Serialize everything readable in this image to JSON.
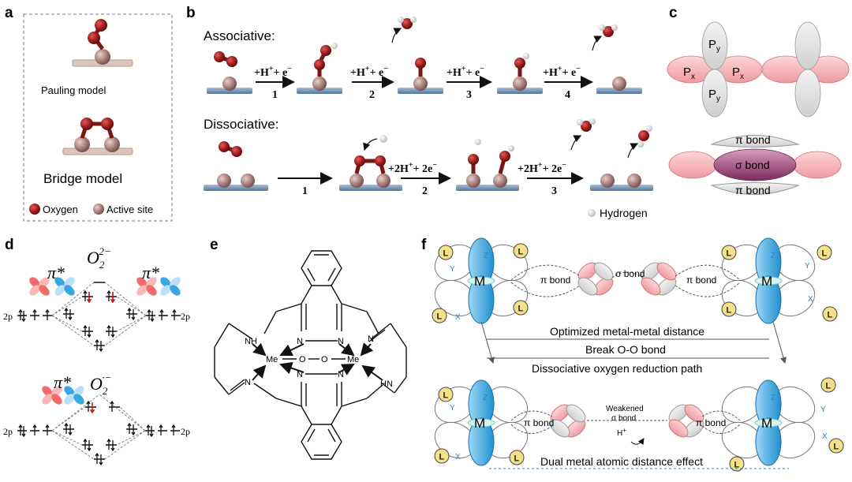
{
  "panels": {
    "a": {
      "letter": "a",
      "pauling": "Pauling model",
      "bridge": "Bridge model",
      "legend_oxygen": "Oxygen",
      "legend_active": "Active site"
    },
    "b": {
      "letter": "b",
      "associative": "Associative:",
      "dissociative": "Dissociative:",
      "step_h": "+H",
      "step_e": "+ e",
      "step_2h": "+2H",
      "step_2e": "+ 2e",
      "plus_sup": "+",
      "minus_sup": "−",
      "steps_assoc": [
        "1",
        "2",
        "3",
        "4"
      ],
      "steps_dissoc": [
        "1",
        "2",
        "3"
      ],
      "hydrogen": "Hydrogen"
    },
    "c": {
      "letter": "c",
      "px": "P",
      "px_sub": "x",
      "py": "P",
      "py_sub": "y",
      "pi_bond": "π bond",
      "sigma_bond": "σ bond"
    },
    "d": {
      "letter": "d",
      "pi_star": "π*",
      "o2_2minus": "O",
      "o2_2minus_sub": "2",
      "o2_2minus_sup": "2−",
      "o2_minus": "O",
      "o2_minus_sub": "2",
      "o2_minus_sup": "·−",
      "two_p": "2p"
    },
    "e": {
      "letter": "e",
      "nh": "NH",
      "hn": "HN",
      "n": "N",
      "me": "Me",
      "o": "O"
    },
    "f": {
      "letter": "f",
      "m": "M",
      "l": "L",
      "z": "Z",
      "y": "Y",
      "x": "X",
      "pi_bond": "π bond",
      "sigma_bond": "σ bond",
      "weakened": "Weakened",
      "h_plus": "H",
      "opt_distance": "Optimized metal-metal distance",
      "break_oo": "Break O-O bond",
      "dissoc_path": "Dissociative oxygen reduction path",
      "dual_effect": "Dual metal atomic distance effect"
    }
  },
  "colors": {
    "oxygen": "#8e1c1c",
    "active_site": "#a57c78",
    "surface": "#6f8fb0",
    "pink_lobe": "#f4a9ad",
    "grey_lobe": "#d9d9d9",
    "blue_lobe": "#3aa6df",
    "sigma_lobe": "#8b3d6e",
    "ligand": "#f2e08a"
  }
}
